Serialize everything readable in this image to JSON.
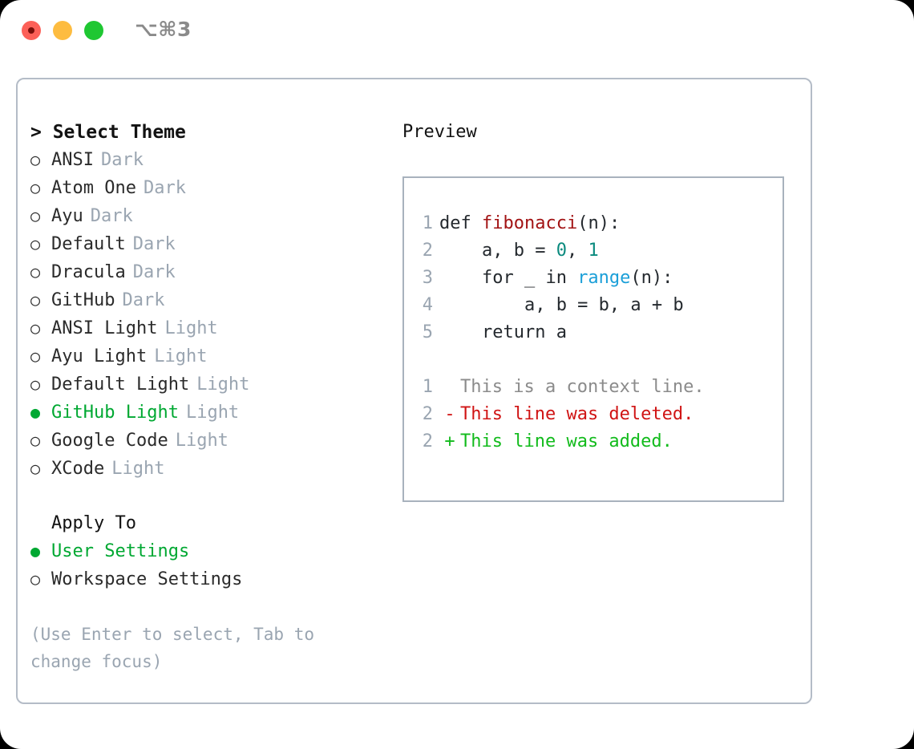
{
  "titlebar": {
    "shortcut": "⌥⌘3",
    "buttons": [
      {
        "name": "close",
        "color": "#fc6058"
      },
      {
        "name": "minimize",
        "color": "#fdbc40"
      },
      {
        "name": "maximize",
        "color": "#1fc732"
      }
    ]
  },
  "theme_list": {
    "header": "> Select Theme",
    "items": [
      {
        "label": "ANSI",
        "tag": "Dark",
        "marker": "○",
        "selected": false
      },
      {
        "label": "Atom One",
        "tag": "Dark",
        "marker": "○",
        "selected": false
      },
      {
        "label": "Ayu",
        "tag": "Dark",
        "marker": "○",
        "selected": false
      },
      {
        "label": "Default",
        "tag": "Dark",
        "marker": "○",
        "selected": false
      },
      {
        "label": "Dracula",
        "tag": "Dark",
        "marker": "○",
        "selected": false
      },
      {
        "label": "GitHub",
        "tag": "Dark",
        "marker": "○",
        "selected": false
      },
      {
        "label": "ANSI Light",
        "tag": "Light",
        "marker": "○",
        "selected": false
      },
      {
        "label": "Ayu Light",
        "tag": "Light",
        "marker": "○",
        "selected": false
      },
      {
        "label": "Default Light",
        "tag": "Light",
        "marker": "○",
        "selected": false
      },
      {
        "label": "GitHub Light",
        "tag": "Light",
        "marker": "●",
        "selected": true
      },
      {
        "label": "Google Code",
        "tag": "Light",
        "marker": "○",
        "selected": false
      },
      {
        "label": "XCode",
        "tag": "Light",
        "marker": "○",
        "selected": false
      }
    ]
  },
  "apply_to": {
    "header": "Apply To",
    "items": [
      {
        "label": "User Settings",
        "marker": "●",
        "selected": true
      },
      {
        "label": "Workspace Settings",
        "marker": "○",
        "selected": false
      }
    ]
  },
  "hint": "(Use Enter to select, Tab to change focus)",
  "preview": {
    "header": "Preview",
    "code_lines": [
      {
        "no": "1",
        "tokens": [
          {
            "t": "def ",
            "c": "plain"
          },
          {
            "t": "fibonacci",
            "c": "fn"
          },
          {
            "t": "(n):",
            "c": "plain"
          }
        ]
      },
      {
        "no": "2",
        "tokens": [
          {
            "t": "    a, b = ",
            "c": "plain"
          },
          {
            "t": "0",
            "c": "num"
          },
          {
            "t": ", ",
            "c": "plain"
          },
          {
            "t": "1",
            "c": "num"
          }
        ]
      },
      {
        "no": "3",
        "tokens": [
          {
            "t": "    for _ in ",
            "c": "plain"
          },
          {
            "t": "range",
            "c": "kw"
          },
          {
            "t": "(n):",
            "c": "plain"
          }
        ]
      },
      {
        "no": "4",
        "tokens": [
          {
            "t": "        a, b = b, a + b",
            "c": "plain"
          }
        ]
      },
      {
        "no": "5",
        "tokens": [
          {
            "t": "    return a",
            "c": "plain"
          }
        ]
      }
    ],
    "diff_lines": [
      {
        "no": "1",
        "marker": " ",
        "text": "This is a context line.",
        "kind": "ctx"
      },
      {
        "no": "2",
        "marker": "-",
        "text": "This line was deleted.",
        "kind": "del"
      },
      {
        "no": "2",
        "marker": "+",
        "text": "This line was added.",
        "kind": "add"
      }
    ]
  },
  "colors": {
    "accent_green": "#00a832",
    "muted": "#9aa5b1",
    "diff_add": "#12bb1c",
    "diff_del": "#d01414",
    "syntax_function": "#a21314",
    "syntax_keyword": "#1b9fd8",
    "syntax_number": "#0a8a7e",
    "panel_border": "#b4bcc7"
  }
}
